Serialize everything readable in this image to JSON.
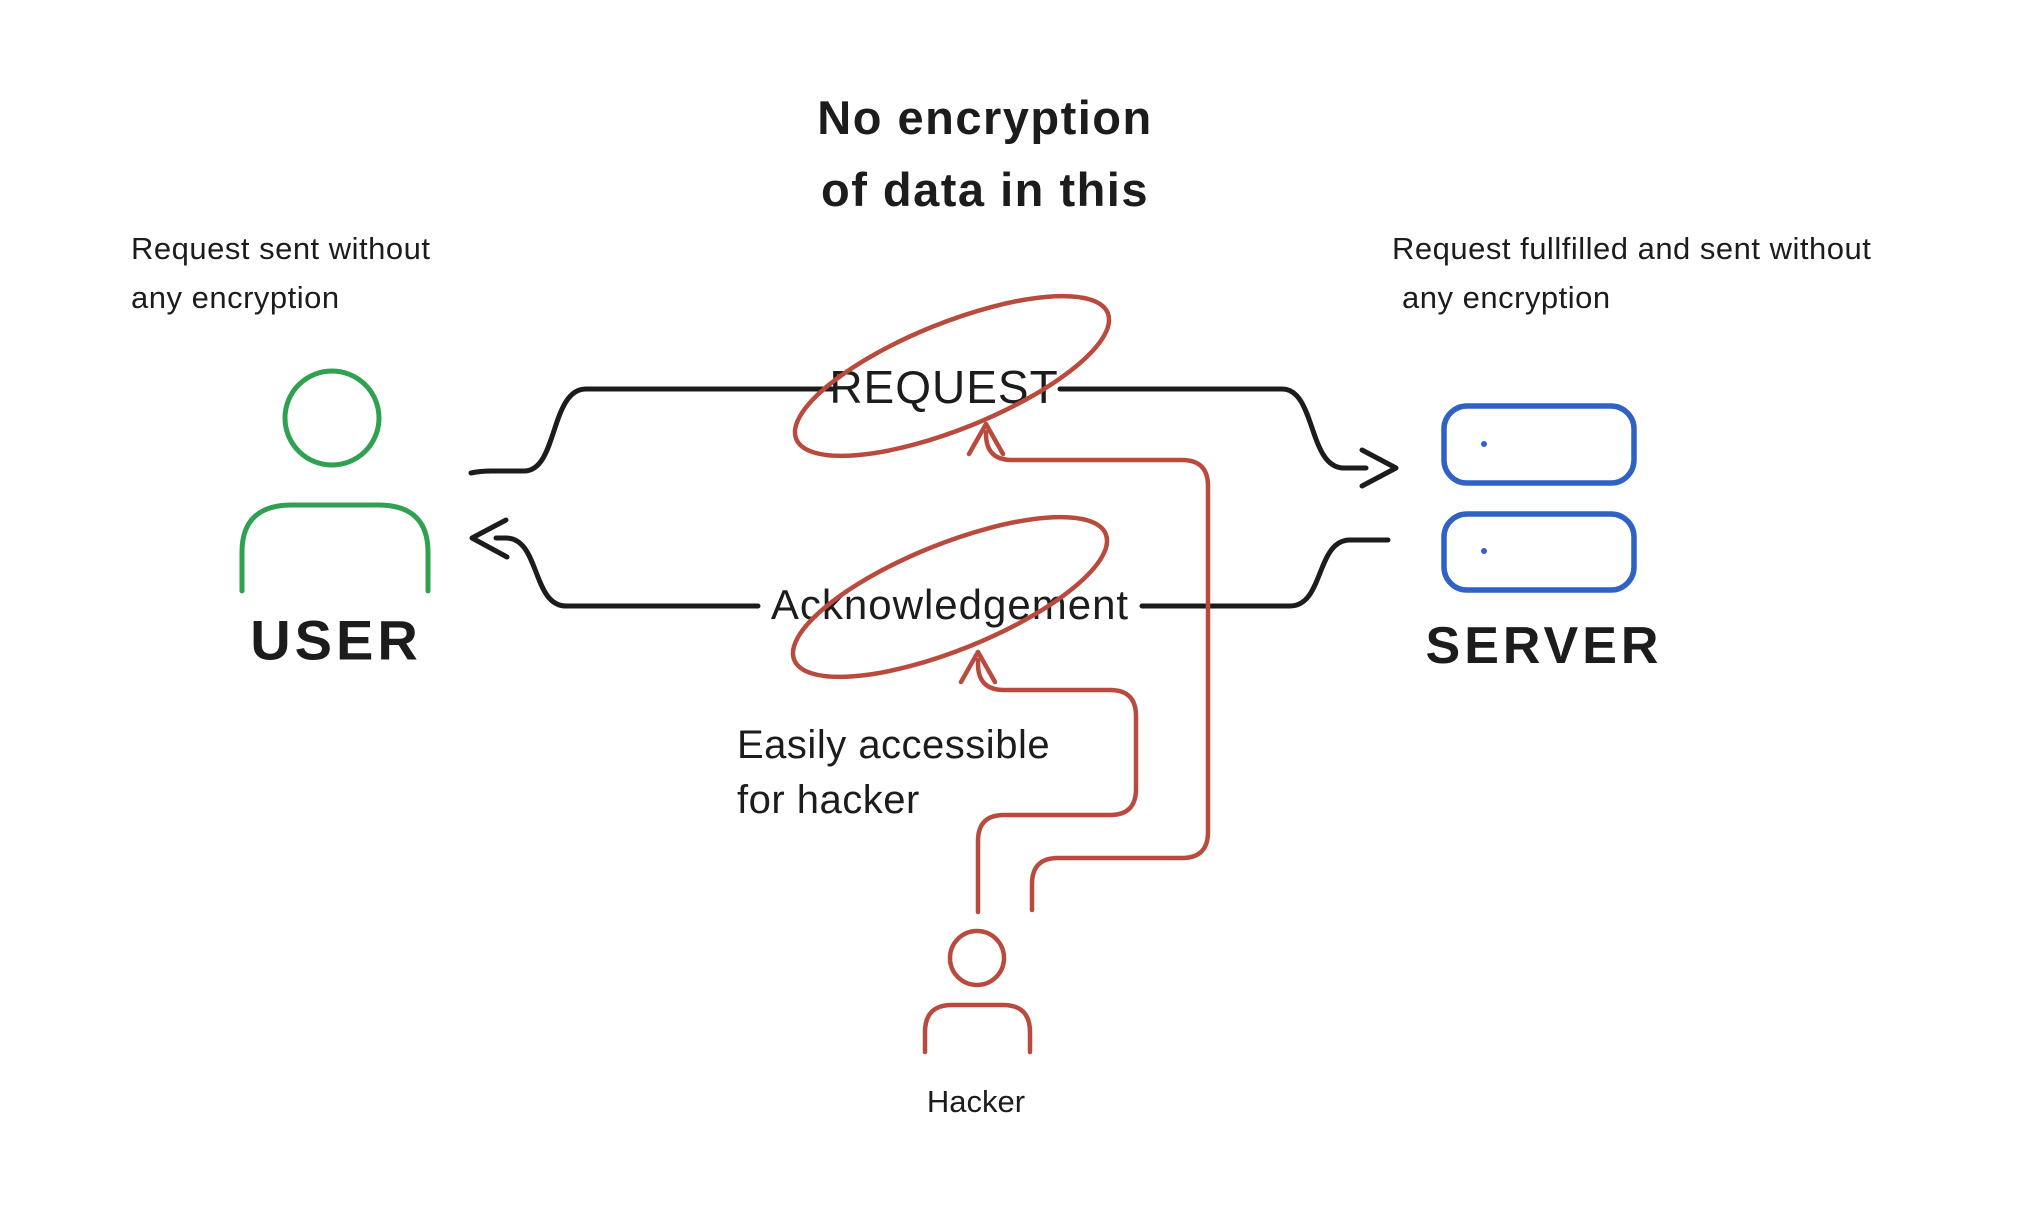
{
  "title": {
    "line1": "No encryption",
    "line2": "of data in this"
  },
  "user": {
    "label": "USER",
    "note_line1": "Request sent without",
    "note_line2": "any encryption"
  },
  "server": {
    "label": "SERVER",
    "note_line1": "Request fullfilled and sent without",
    "note_line2": "any encryption"
  },
  "flows": {
    "request_label": "REQUEST",
    "ack_label": "Acknowledgement"
  },
  "hacker": {
    "label": "Hacker",
    "note_line1": "Easily accessible",
    "note_line2": "for hacker"
  },
  "colors": {
    "background": "#ffffff",
    "line_black": "#1c1c1c",
    "user_green": "#2fa150",
    "server_blue": "#2f62c4",
    "hacker_red": "#b94a3e"
  }
}
